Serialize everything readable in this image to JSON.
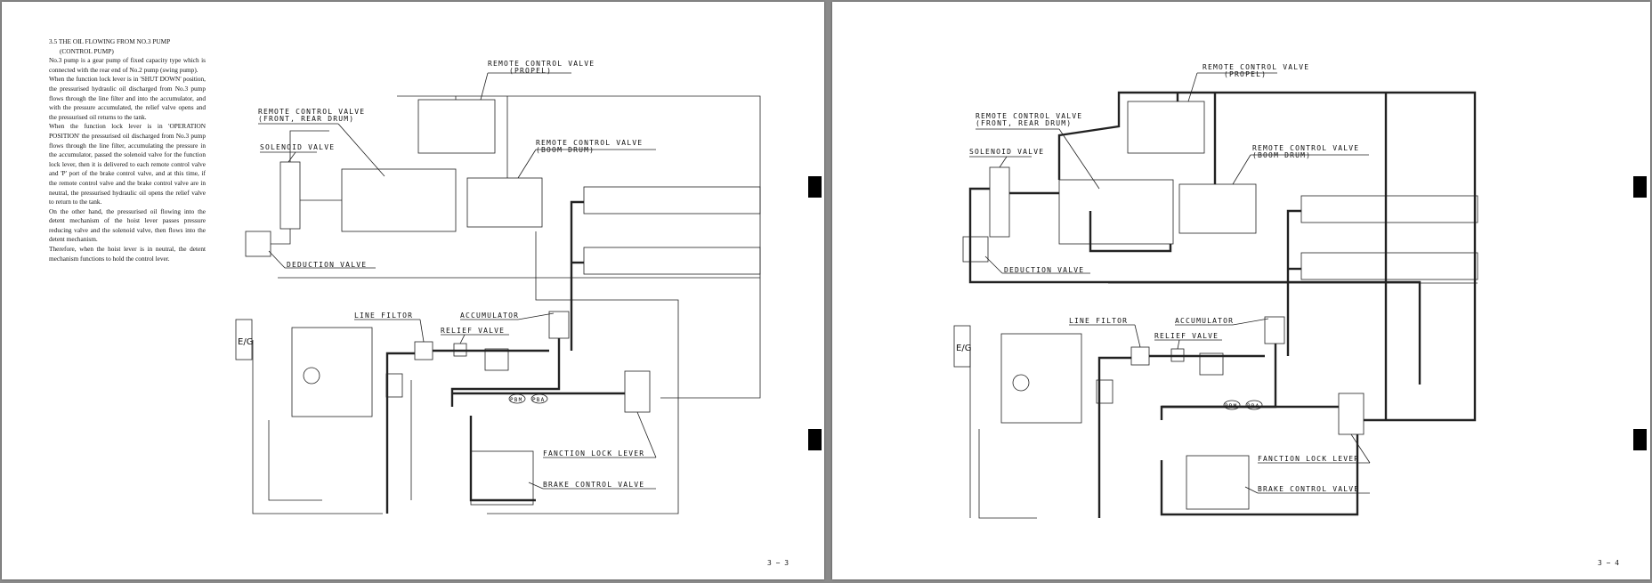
{
  "left_page": {
    "heading_line1": "3.5 THE OIL FLOWING FROM NO.3 PUMP",
    "heading_line2": "(CONTROL PUMP)",
    "paragraphs": [
      "No.3 pump is a gear pump of fixed capacity type which is connected with the rear end of No.2 pump (swing pump).",
      "When the function lock lever is in 'SHUT DOWN' position, the pressurised hydraulic oil discharged from No.3 pump flows through the line filter and into the accumulator, and with the pressure accumulated, the relief valve opens and the pressurised oil returns to the tank.",
      "When the function lock lever is in 'OPERATION POSITION' the pressurised oil discharged from No.3 pump flows through the line filter, accumulating the pressure in the accumulator, passed the solenoid valve for the function lock lever, then it is delivered to each remote control valve and 'P' port of the brake control valve, and at this time, if the remote control valve and the brake control valve are in neutral, the pressurised hydraulic oil opens the relief valve to return to the tank.",
      "On the other hand, the pressurised oil flowing into the detent mechanism of the hoist lever passes pressure reducing valve and the solenoid valve, then flows into the detent mechanism.",
      "Therefore, when the hoist lever is in neutral, the detent mechanism functions to hold the control lever."
    ],
    "page_number": "3 − 3"
  },
  "right_page": {
    "page_number": "3 − 4"
  },
  "labels": {
    "rcv_propel_1": "REMOTE CONTROL VALVE",
    "rcv_propel_2": "(PROPEL)",
    "rcv_front_1": "REMOTE CONTROL VALVE",
    "rcv_front_2": "(FRONT, REAR DRUM)",
    "solenoid": "SOLENOID VALVE",
    "rcv_boom_1": "REMOTE CONTROL VALVE",
    "rcv_boom_2": "(BOOM DRUM)",
    "deduction": "DEDUCTION VALVE",
    "line_filter": "LINE FILTOR",
    "accumulator": "ACCUMULATOR",
    "relief": "RELIEF VALVE",
    "lock_lever": "FANCTION LOCK LEVER",
    "brake": "BRAKE CONTROL VALVE",
    "eg": "E/G",
    "pbm": "PBM",
    "pba": "PBA"
  }
}
